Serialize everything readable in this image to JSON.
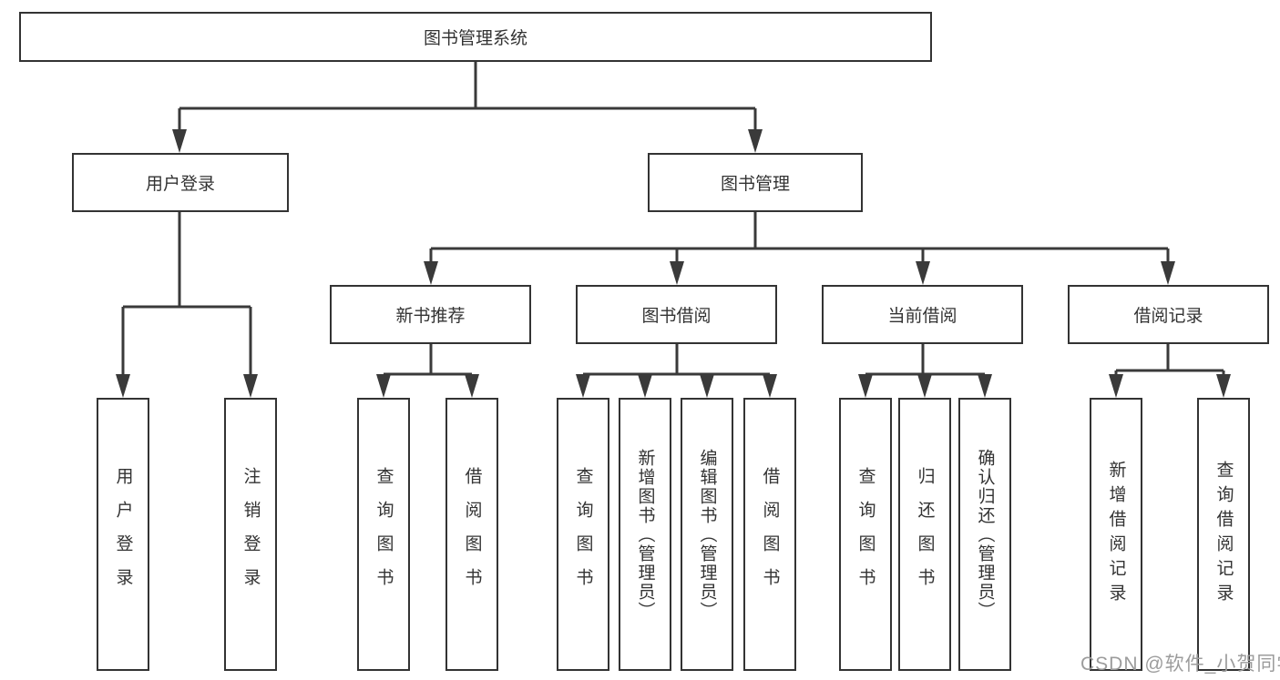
{
  "tree": {
    "label": "图书管理系统",
    "children": [
      {
        "label": "用户登录",
        "children": [
          {
            "label": "用户登录"
          },
          {
            "label": "注销登录"
          }
        ]
      },
      {
        "label": "图书管理",
        "children": [
          {
            "label": "新书推荐",
            "children": [
              {
                "label": "查询图书"
              },
              {
                "label": "借阅图书"
              }
            ]
          },
          {
            "label": "图书借阅",
            "children": [
              {
                "label": "查询图书"
              },
              {
                "label": "新增图书（管理员）"
              },
              {
                "label": "编辑图书（管理员）"
              },
              {
                "label": "借阅图书"
              }
            ]
          },
          {
            "label": "当前借阅",
            "children": [
              {
                "label": "查询图书"
              },
              {
                "label": "归还图书"
              },
              {
                "label": "确认归还（管理员）"
              }
            ]
          },
          {
            "label": "借阅记录",
            "children": [
              {
                "label": "新增借阅记录"
              },
              {
                "label": "查询借阅记录"
              }
            ]
          }
        ]
      }
    ]
  },
  "watermark": {
    "text": "CSDN @软件_小贺同学"
  },
  "colors": {
    "line": "#3a3a3a",
    "box_border": "#333333",
    "text": "#333333",
    "watermark": "#9c9c9c",
    "background": "#ffffff"
  }
}
